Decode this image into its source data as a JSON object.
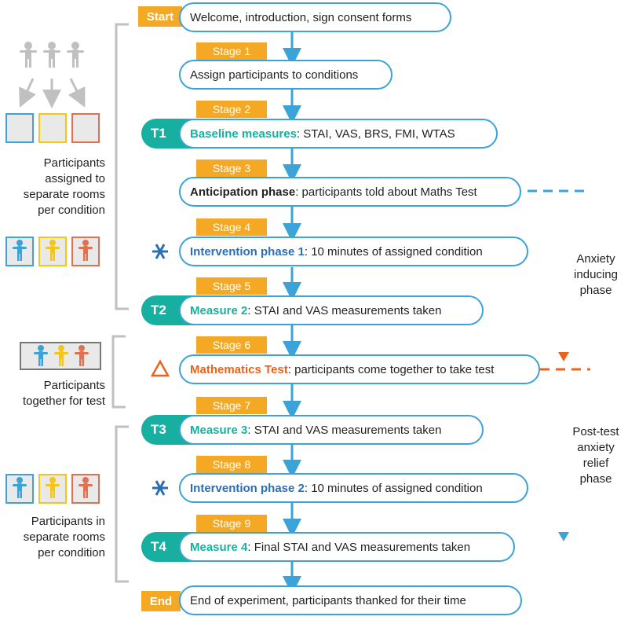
{
  "start_label": "Start",
  "end_label": "End",
  "steps": [
    {
      "stage": "",
      "badge": "",
      "keyword": "",
      "rest": "Welcome, introduction, sign consent forms"
    },
    {
      "stage": "Stage 1",
      "badge": "",
      "keyword": "",
      "rest": "Assign participants to conditions"
    },
    {
      "stage": "Stage 2",
      "badge": "T1",
      "keyword": "Baseline measures",
      "rest": ": STAI, VAS, BRS, FMI, WTAS"
    },
    {
      "stage": "Stage 3",
      "badge": "",
      "keyword": "Anticipation phase",
      "rest": ": participants told about Maths Test"
    },
    {
      "stage": "Stage 4",
      "badge": "",
      "keyword": "Intervention phase 1",
      "rest": ": 10 minutes of assigned condition"
    },
    {
      "stage": "Stage 5",
      "badge": "T2",
      "keyword": "Measure 2",
      "rest": ": STAI and VAS measurements taken"
    },
    {
      "stage": "Stage 6",
      "badge": "",
      "keyword": "Mathematics Test",
      "rest": ": participants come together to take test"
    },
    {
      "stage": "Stage 7",
      "badge": "T3",
      "keyword": "Measure 3",
      "rest": ": STAI and VAS measurements taken"
    },
    {
      "stage": "Stage 8",
      "badge": "",
      "keyword": "Intervention phase 2",
      "rest": ": 10 minutes of assigned condition"
    },
    {
      "stage": "Stage 9",
      "badge": "T4",
      "keyword": "Measure 4",
      "rest": ": Final STAI and VAS measurements taken"
    },
    {
      "stage": "",
      "badge": "",
      "keyword": "",
      "rest": "End of experiment, participants thanked for their time"
    }
  ],
  "left_labels": {
    "separate_rooms": "Participants assigned to separate rooms per condition",
    "together": "Participants together for test",
    "separate_rooms_2": "Participants in separate rooms per condition"
  },
  "phases": {
    "anxiety": "Anxiety inducing phase",
    "relief": "Post-test anxiety relief phase"
  },
  "colors": {
    "blue": "#3ba3d8",
    "orange": "#f5a823",
    "teal": "#17b0a0",
    "dark_blue": "#2b6fb3",
    "red_orange": "#e8641c",
    "yellow": "#f5c518",
    "salmon": "#e07050",
    "grey": "#c0c0c0"
  },
  "icons": {
    "intervention": "asterisk-icon",
    "test": "triangle-icon",
    "person": "person-icon"
  }
}
